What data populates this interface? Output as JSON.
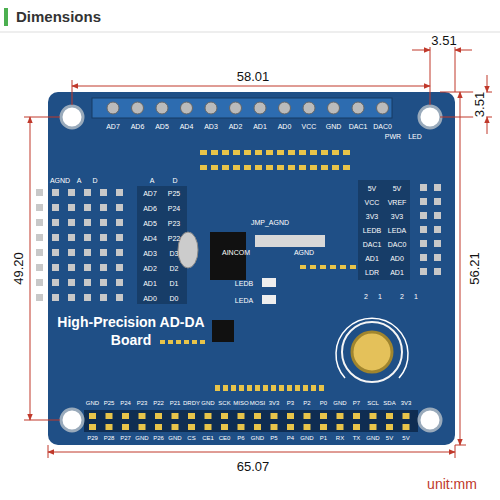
{
  "diagram": {
    "title": "Dimensions",
    "nodes": [
      {
        "text": [
          "High-Precision AD-DA Board"
        ]
      }
    ],
    "labels": [
      "58.01",
      "3.51",
      "3.51",
      "49.20",
      "56.21",
      "65.07",
      "unit:mm",
      "PWR",
      "LED",
      "AD7",
      "AD6",
      "AD5",
      "AD4",
      "AD3",
      "AD2",
      "AD1",
      "AD0",
      "VCC",
      "GND",
      "DAC1",
      "DAC0",
      "VCC",
      "AGND",
      "A",
      "D",
      "A",
      "D",
      "AD7",
      "P25",
      "AD6",
      "P24",
      "AD5",
      "P23",
      "AD4",
      "P22",
      "AD3",
      "D3",
      "AD2",
      "D2",
      "AD1",
      "D1",
      "AD0",
      "D0",
      "JMP_AGND",
      "AINCOM",
      "AGND",
      "5V",
      "5V",
      "VCC",
      "VREF",
      "3V3",
      "3V3",
      "LEDB",
      "LEDA",
      "DAC1",
      "DAC0",
      "AD1",
      "AD0",
      "LDR",
      "AD1",
      "2",
      "1",
      "2",
      "1",
      "LEDB",
      "LEDA",
      "GND",
      "P25",
      "P24",
      "P23",
      "P22",
      "P21",
      "DRDY",
      "GND",
      "SCK",
      "MISO",
      "MOSI",
      "3V3",
      "P3",
      "P2",
      "P0",
      "GND",
      "P7",
      "SCL",
      "SDA",
      "3V3",
      "P29",
      "P28",
      "P27",
      "GND",
      "P26",
      "GND",
      "CS",
      "CE1",
      "CE0",
      "P6",
      "GND",
      "P5",
      "P4",
      "GND",
      "P1",
      "RX",
      "TX",
      "GND",
      "5V",
      "5V"
    ]
  }
}
